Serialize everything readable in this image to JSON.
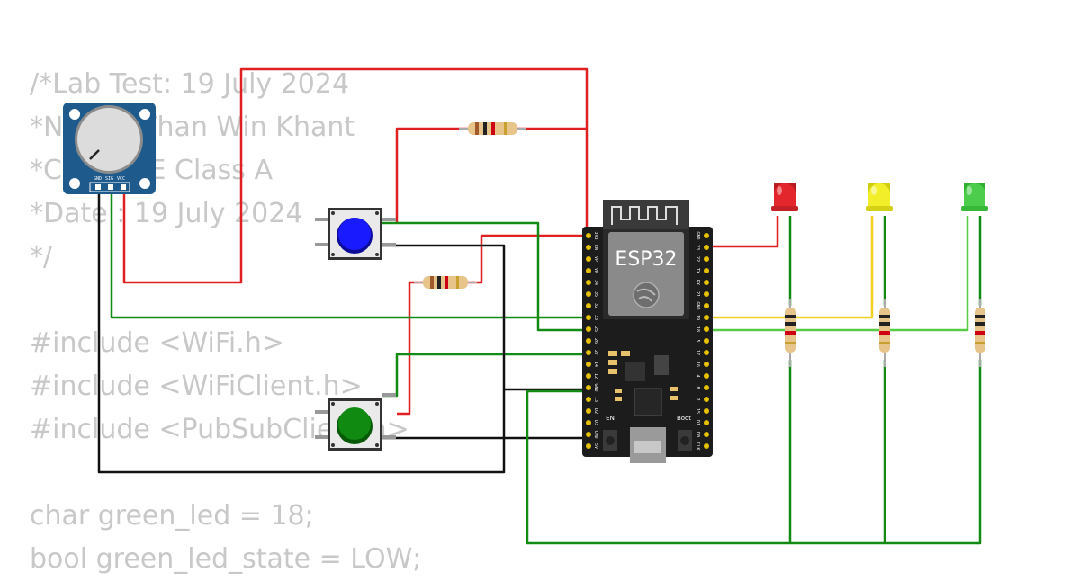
{
  "code_lines": [
    "/*Lab Test: 19 July 2024",
    "*Name: Than Win Khant",
    "*Class: EE Class A",
    "*Date : 19 July 2024",
    "*/",
    "",
    "#include <WiFi.h>",
    "#include <WiFiClient.h>",
    "#include <PubSubClient.h>",
    "",
    "char green_led = 18;",
    "bool green_led_state = LOW;"
  ],
  "esp32": {
    "label": "ESP32",
    "en_label": "EN",
    "boot_label": "Boot",
    "left_pins": [
      "3V3",
      "EN",
      "VP",
      "VN",
      "34",
      "35",
      "32",
      "33",
      "25",
      "26",
      "27",
      "14",
      "12",
      "GND",
      "13",
      "D2",
      "D3",
      "CMD",
      "5V"
    ],
    "right_pins": [
      "GND",
      "23",
      "22",
      "TX",
      "RX",
      "21",
      "GND",
      "19",
      "18",
      "5",
      "17",
      "16",
      "4",
      "0",
      "2",
      "15",
      "D1",
      "D0",
      "CLK"
    ]
  },
  "potentiometer": {
    "pin_labels": [
      "GND",
      "SIG",
      "VCC"
    ]
  },
  "buttons": [
    {
      "id": "blue",
      "color": "#1a1aff"
    },
    {
      "id": "green",
      "color": "#118a11"
    }
  ],
  "leds": [
    {
      "id": "red",
      "color": "#e3262b"
    },
    {
      "id": "yellow",
      "color": "#f2ef2a"
    },
    {
      "id": "green",
      "color": "#4ccd4c"
    }
  ],
  "wire_colors": {
    "power": "#e02020",
    "signal": "#138a13",
    "ground": "#111111",
    "yellow": "#f0d020",
    "lightgreen": "#55cc44"
  }
}
